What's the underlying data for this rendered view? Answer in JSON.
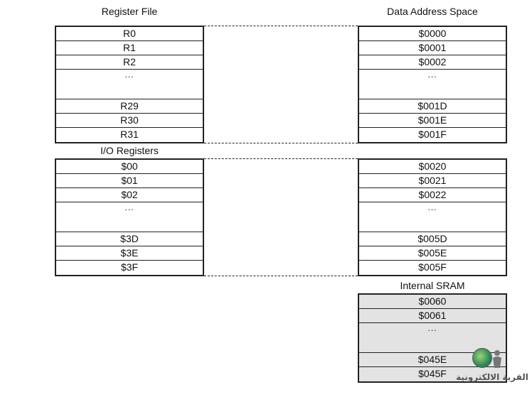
{
  "headings": {
    "register_file": "Register File",
    "data_address_space": "Data Address Space",
    "io_registers": "I/O Registers",
    "internal_sram": "Internal SRAM"
  },
  "register_file": {
    "top": [
      "R0",
      "R1",
      "R2"
    ],
    "ellipsis": "...",
    "bottom": [
      "R29",
      "R30",
      "R31"
    ]
  },
  "io_registers": {
    "top": [
      "$00",
      "$01",
      "$02"
    ],
    "ellipsis": "...",
    "bottom": [
      "$3D",
      "$3E",
      "$3F"
    ]
  },
  "data_space_registers": {
    "top": [
      "$0000",
      "$0001",
      "$0002"
    ],
    "ellipsis": "...",
    "bottom": [
      "$001D",
      "$001E",
      "$001F"
    ]
  },
  "data_space_io": {
    "top": [
      "$0020",
      "$0021",
      "$0022"
    ],
    "ellipsis": "...",
    "bottom": [
      "$005D",
      "$005E",
      "$005F"
    ]
  },
  "data_space_sram": {
    "top": [
      "$0060",
      "$0061"
    ],
    "ellipsis": "...",
    "bottom": [
      "$045E",
      "$045F"
    ]
  },
  "watermark": {
    "text": "القرية الالكترونية"
  },
  "colors": {
    "sram_fill": "#e3e3e3",
    "line": "#222222"
  }
}
